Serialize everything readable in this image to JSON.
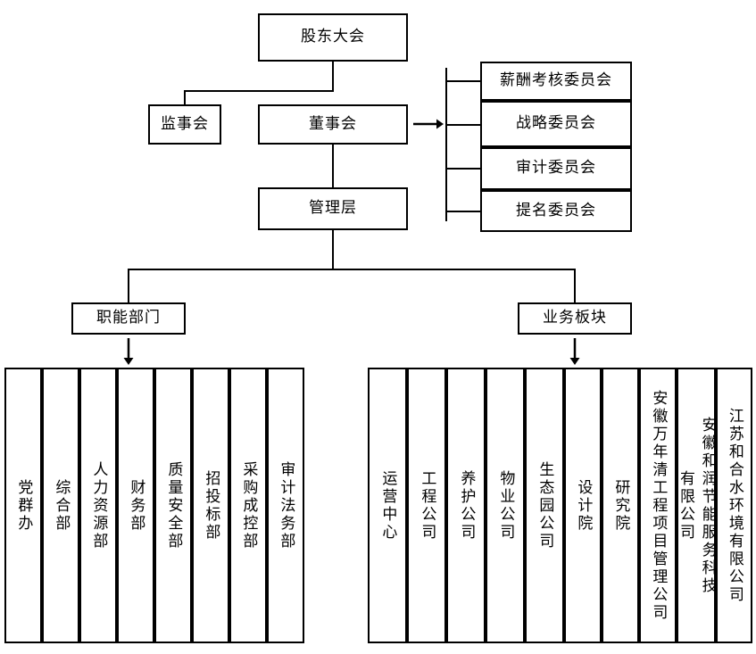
{
  "chart": {
    "title_text": "",
    "shareholders_meeting": "股东大会",
    "board_of_supervisors": "监事会",
    "board_of_directors": "董事会",
    "management": "管理层",
    "functional_departments_header": "职能部门",
    "business_segments_header": "业务板块",
    "committees": [
      "薪酬考核委员会",
      "战略委员会",
      "审计委员会",
      "提名委员会"
    ],
    "functional_departments": [
      "党群办",
      "综合部",
      "人力资源部",
      "财务部",
      "质量安全部",
      "招投标部",
      "采购成控部",
      "审计法务部"
    ],
    "business_units": [
      "运营中心",
      "工程公司",
      "养护公司",
      "物业公司",
      "生态园公司",
      "设计院",
      "研究院",
      "安徽万年清工程项目管理公司",
      "安徽和润节能服务科技有限公司",
      "江苏和合水环境有限公司"
    ],
    "colors": {
      "line": "#000000",
      "box_border": "#000000",
      "background": "#ffffff",
      "text": "#000000"
    }
  }
}
